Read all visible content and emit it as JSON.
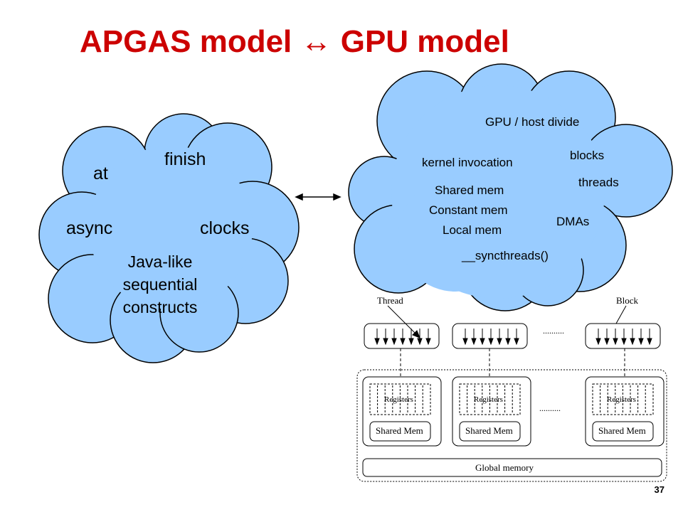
{
  "title": "APGAS model ↔ GPU model",
  "left_cloud": {
    "finish": "finish",
    "at": "at",
    "async": "async",
    "clocks": "clocks",
    "sequential": [
      "Java-like",
      "sequential",
      "constructs"
    ]
  },
  "right_cloud": {
    "divide": "GPU / host divide",
    "kernel": "kernel invocation",
    "blocks": "blocks",
    "threads": "threads",
    "shared": "Shared mem",
    "constant": "Constant mem",
    "local": "Local mem",
    "dmas": "DMAs",
    "sync": "__syncthreads()"
  },
  "diagram": {
    "thread_label": "Thread",
    "block_label": "Block",
    "dots": "..........",
    "registers": "Registers",
    "shared_mem": "Shared Mem",
    "global_memory": "Global memory"
  },
  "page_number": "37",
  "colors": {
    "title": "#cc0000",
    "cloud_fill": "#99ccff",
    "cloud_stroke": "#000000"
  }
}
